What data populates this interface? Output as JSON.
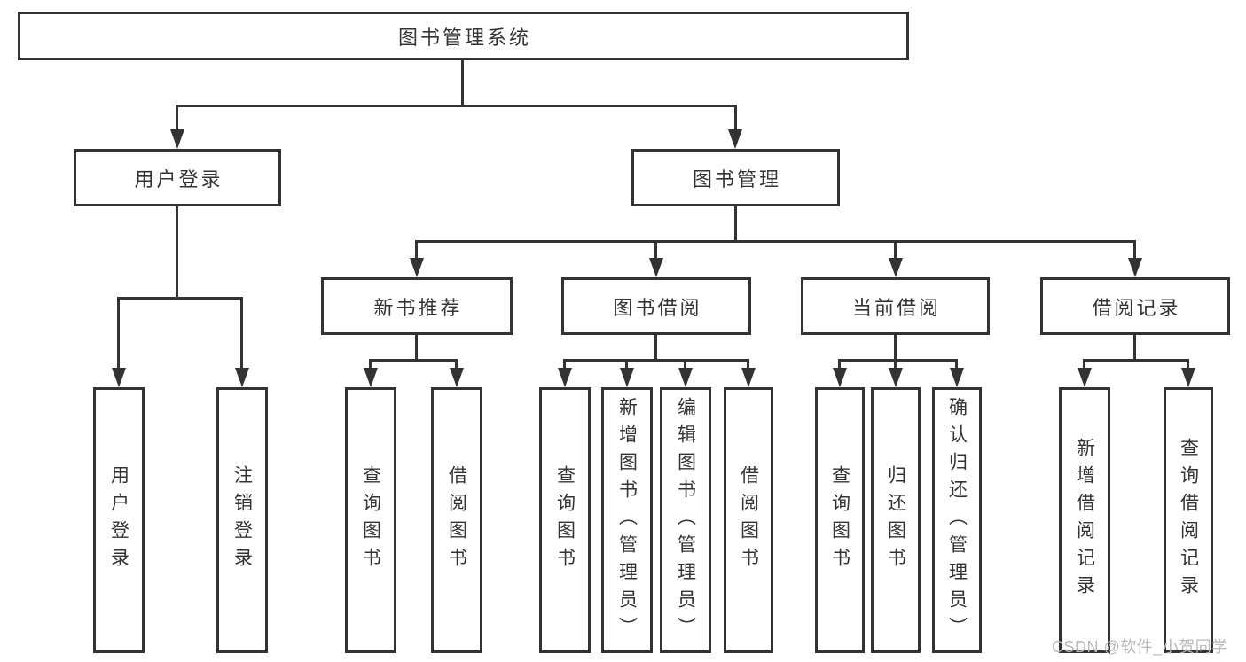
{
  "diagram": {
    "title": "图书管理系统",
    "watermark": "CSDN @软件_小贺同学",
    "level2": [
      {
        "label": "用户登录"
      },
      {
        "label": "图书管理"
      }
    ],
    "level3": [
      {
        "label": "新书推荐"
      },
      {
        "label": "图书借阅"
      },
      {
        "label": "当前借阅"
      },
      {
        "label": "借阅记录"
      }
    ],
    "leaves": [
      {
        "label": "用户登录"
      },
      {
        "label": "注销登录"
      },
      {
        "label": "查询图书"
      },
      {
        "label": "借阅图书"
      },
      {
        "label": "查询图书"
      },
      {
        "label": "新增图书（管理员）"
      },
      {
        "label": "编辑图书（管理员）"
      },
      {
        "label": "借阅图书"
      },
      {
        "label": "查询图书"
      },
      {
        "label": "归还图书"
      },
      {
        "label": "确认归还（管理员）"
      },
      {
        "label": "新增借阅记录"
      },
      {
        "label": "查询借阅记录"
      }
    ],
    "colors": {
      "line": "#333333",
      "text": "#333333",
      "watermark": "#b9b9b9",
      "background": "#ffffff"
    }
  }
}
